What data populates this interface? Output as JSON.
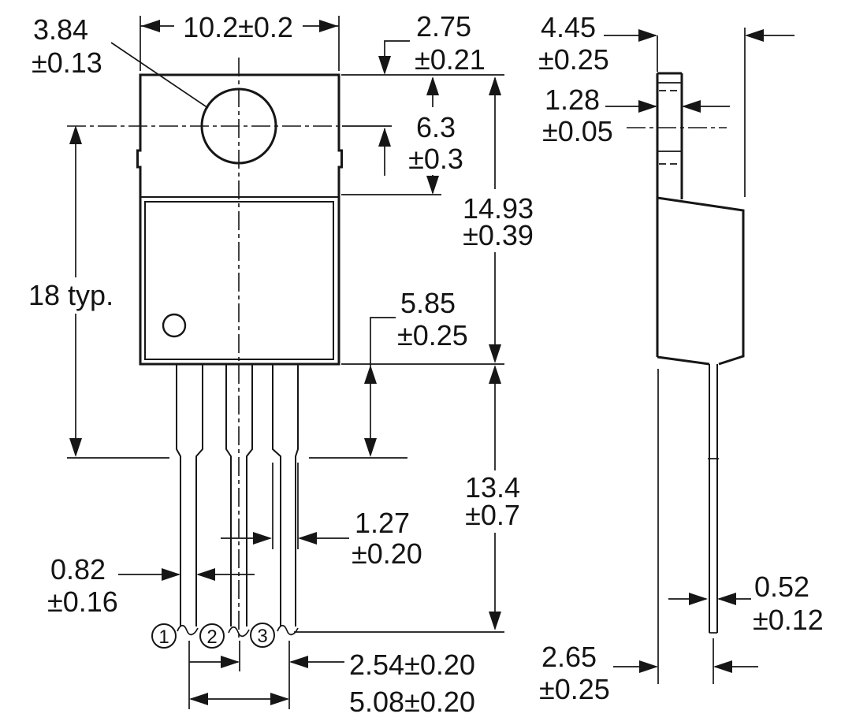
{
  "drawing": {
    "kind": "transistor-package-outline-two-views",
    "units_note": "millimetres with tolerances"
  },
  "dims": {
    "body_width": {
      "label": "10.2±0.2"
    },
    "hole_dia": {
      "value": "3.84",
      "tol": "±0.13"
    },
    "hole_to_top": {
      "value": "2.75",
      "tol": "±0.21"
    },
    "tab_depth": {
      "value": "6.3",
      "tol": "±0.3"
    },
    "body_height": {
      "value": "14.93",
      "tol": "±0.39"
    },
    "hole_to_seat": {
      "label": "18 typ."
    },
    "shoulder_len": {
      "value": "5.85",
      "tol": "±0.25"
    },
    "lead_len": {
      "value": "13.4",
      "tol": "±0.7"
    },
    "shoulder_width": {
      "value": "1.27",
      "tol": "±0.20"
    },
    "lead_width": {
      "value": "0.82",
      "tol": "±0.16"
    },
    "lead_pitch": {
      "label": "2.54±0.20"
    },
    "lead_span": {
      "label": "5.08±0.20"
    },
    "total_depth": {
      "value": "4.45",
      "tol": "±0.25"
    },
    "tab_thickness": {
      "value": "1.28",
      "tol": "±0.05"
    },
    "lead_thickness": {
      "value": "0.52",
      "tol": "±0.12"
    },
    "lead_setback": {
      "value": "2.65",
      "tol": "±0.25"
    }
  },
  "pins": [
    {
      "number": "1"
    },
    {
      "number": "2"
    },
    {
      "number": "3"
    }
  ],
  "colors": {
    "line": "#161616",
    "background": "#ffffff"
  }
}
